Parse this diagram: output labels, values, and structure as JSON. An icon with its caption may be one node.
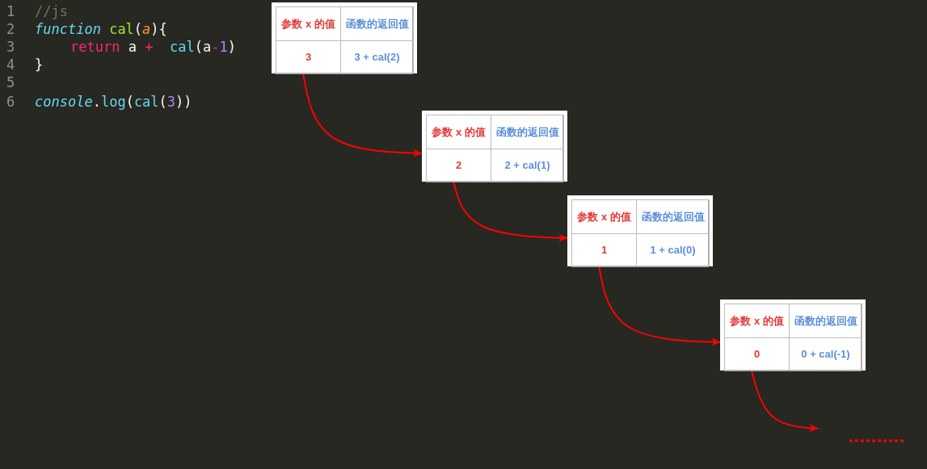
{
  "diagram": {
    "nodes": [
      {
        "text": [
          "参数 x 的值",
          "函数的返回值",
          "3",
          "3 + cal(2)"
        ]
      },
      {
        "text": [
          "参数 x 的值",
          "函数的返回值",
          "2",
          "2 + cal(1)"
        ]
      },
      {
        "text": [
          "参数 x 的值",
          "函数的返回值",
          "1",
          "1 + cal(0)"
        ]
      },
      {
        "text": [
          "参数 x 的值",
          "函数的返回值",
          "0",
          "0 + cal(-1)"
        ]
      }
    ],
    "edges": [
      {
        "from": 0,
        "to": 1,
        "arrow": "to",
        "color": "#ff0000"
      },
      {
        "from": 1,
        "to": 2,
        "arrow": "to",
        "color": "#ff0000"
      },
      {
        "from": 2,
        "to": 3,
        "arrow": "to",
        "color": "#ff0000"
      },
      {
        "from": 3,
        "to": null,
        "arrow": "to",
        "color": "#ff0000"
      }
    ],
    "labels": [
      "1",
      "//js",
      "2",
      "function cal(a){",
      "3",
      "return a +  cal(a-1)",
      "4",
      "}",
      "5",
      "6",
      "console.log(cal(3))"
    ]
  }
}
